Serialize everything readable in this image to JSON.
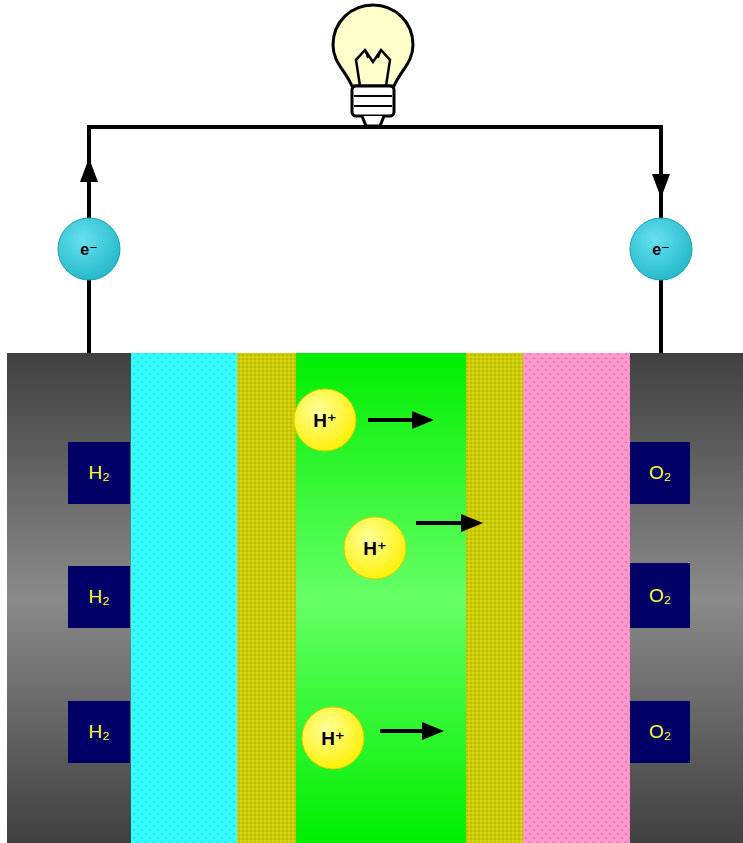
{
  "diagram": {
    "nodes": [
      {
        "text": [
          "e⁻"
        ]
      },
      {
        "text": [
          "e⁻"
        ]
      },
      {
        "text": [
          "H⁺"
        ]
      },
      {
        "text": [
          "H₂"
        ]
      },
      {
        "text": [
          "O₂"
        ]
      },
      {
        "text": [
          "H⁺"
        ]
      },
      {
        "text": [
          "H₂"
        ]
      },
      {
        "text": [
          "O₂"
        ]
      },
      {
        "text": [
          "H₂"
        ]
      },
      {
        "text": [
          "H⁺"
        ]
      },
      {
        "text": [
          "O₂"
        ]
      }
    ]
  }
}
